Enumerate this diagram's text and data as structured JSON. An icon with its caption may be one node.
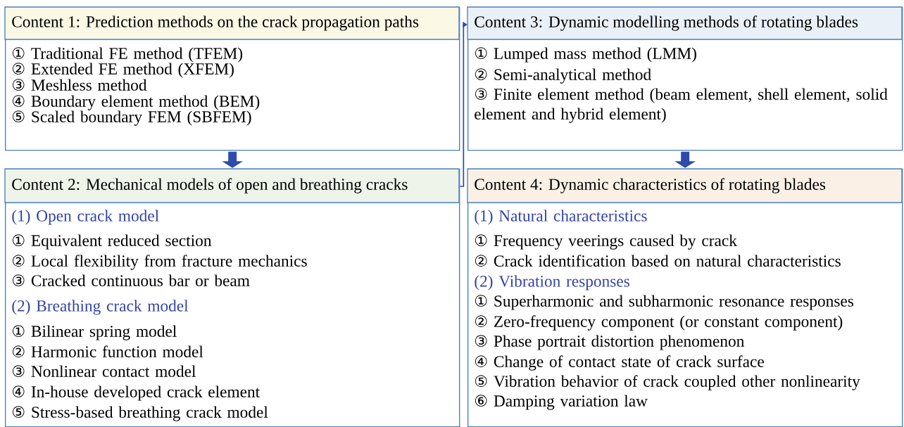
{
  "diagram": {
    "nodes": [
      {
        "text": [
          "Content 1: Prediction methods on the crack propagation paths",
          "① Traditional FE method (TFEM)",
          "② Extended FE method (XFEM)",
          "③ Meshless method",
          "④ Boundary element method (BEM)",
          "⑤ Scaled boundary FEM (SBFEM)"
        ]
      },
      {
        "text": [
          "Content 2: Mechanical models of open and breathing cracks",
          "(1) Open crack model",
          "① Equivalent reduced section",
          "② Local flexibility from fracture mechanics",
          "③ Cracked continuous bar or beam",
          "(2) Breathing crack model",
          "① Bilinear spring model",
          "② Harmonic function model",
          "③ Nonlinear contact model",
          "④ In-house developed crack element",
          "⑤ Stress-based breathing crack model"
        ]
      },
      {
        "text": [
          "Content 3: Dynamic modelling methods of rotating blades",
          "① Lumped mass method (LMM)",
          "② Semi-analytical method",
          "③ Finite element method (beam element, shell element, solid element and hybrid element)"
        ]
      },
      {
        "text": [
          "Content 4: Dynamic characteristics of rotating blades",
          "(1) Natural characteristics",
          "① Frequency veerings caused by crack",
          "② Crack identification based on natural characteristics",
          "(2) Vibration responses",
          "① Superharmonic and subharmonic resonance responses",
          "② Zero-frequency component (or constant component)",
          "③ Phase portrait distortion phenomenon",
          "④ Change of contact state of crack surface",
          "⑤ Vibration behavior of crack coupled other nonlinearity",
          "⑥ Damping variation law"
        ]
      }
    ],
    "edges": [
      {
        "from": 0,
        "to": 1,
        "arrow": "to"
      },
      {
        "from": 1,
        "to": 2,
        "arrow": "to"
      },
      {
        "from": 2,
        "to": 3,
        "arrow": "to"
      }
    ]
  }
}
